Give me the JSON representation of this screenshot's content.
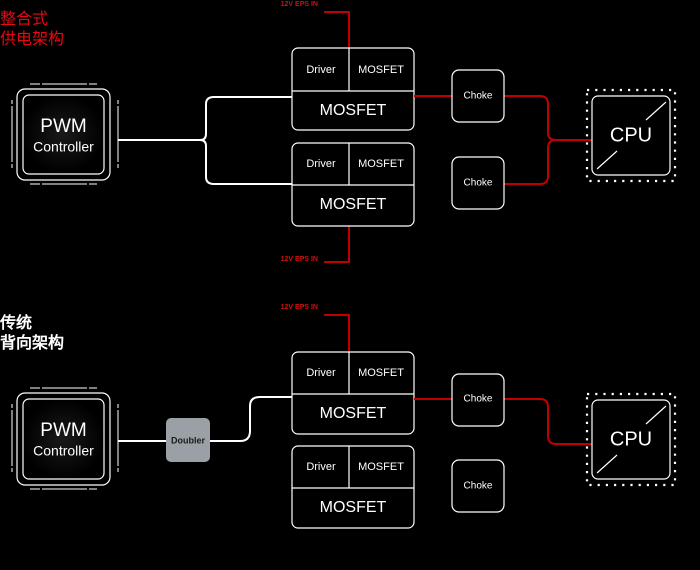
{
  "sections": [
    {
      "id": "integrated",
      "title_line1": "整合式",
      "title_line2": "供电架构",
      "title_color": "#e50914",
      "pwm": {
        "line1": "PWM",
        "line2": "Controller"
      },
      "stages": [
        {
          "driver": "Driver",
          "mosfet_small": "MOSFET",
          "mosfet_big": "MOSFET"
        },
        {
          "driver": "Driver",
          "mosfet_small": "MOSFET",
          "mosfet_big": "MOSFET"
        }
      ],
      "chokes": [
        "Choke",
        "Choke"
      ],
      "eps_labels": [
        "12V EPS IN",
        "12V EPS IN"
      ],
      "cpu": "CPU"
    },
    {
      "id": "traditional",
      "title_line1": "传统",
      "title_line2": "背向架构",
      "title_color": "#ffffff",
      "pwm": {
        "line1": "PWM",
        "line2": "Controller"
      },
      "doubler": "Doubler",
      "stages": [
        {
          "driver": "Driver",
          "mosfet_small": "MOSFET",
          "mosfet_big": "MOSFET"
        },
        {
          "driver": "Driver",
          "mosfet_small": "MOSFET",
          "mosfet_big": "MOSFET"
        }
      ],
      "chokes": [
        "Choke",
        "Choke"
      ],
      "eps_labels": [
        "12V EPS IN"
      ],
      "cpu": "CPU"
    }
  ],
  "colors": {
    "power_line": "#c00000",
    "signal_line": "#ffffff",
    "doubler_fill": "#9aa0a6",
    "background": "#000000"
  }
}
